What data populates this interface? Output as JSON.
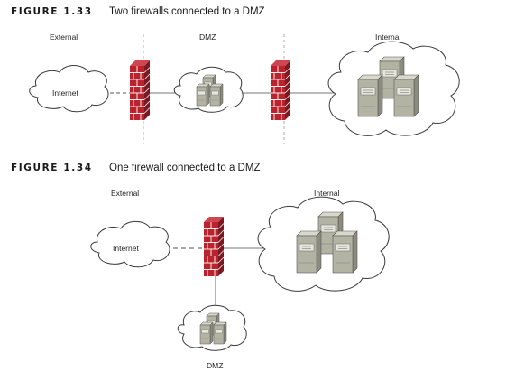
{
  "figures": [
    {
      "number": "FIGURE 1.33",
      "title": "Two firewalls connected to a DMZ",
      "zones": {
        "external": "External",
        "dmz": "DMZ",
        "internal": "Internal"
      },
      "internet_label": "Internet"
    },
    {
      "number": "FIGURE 1.34",
      "title": "One firewall connected to a DMZ",
      "zones": {
        "external": "External",
        "internal": "Internal",
        "dmz": "DMZ"
      },
      "internet_label": "Internet"
    }
  ],
  "colors": {
    "firewall_brick": "#b8232e",
    "firewall_mortar": "#ffffff",
    "server_body": "#b3b3a3",
    "server_top": "#d8d8cc",
    "server_side": "#8c8c7e",
    "cloud_stroke": "#3a3a3a",
    "line": "#777777",
    "divider": "#999999"
  }
}
